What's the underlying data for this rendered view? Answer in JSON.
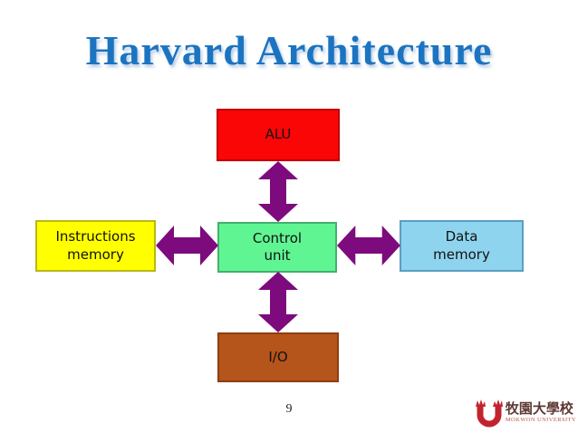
{
  "slide": {
    "title": "Harvard Architecture",
    "title_color": "#1c74c0",
    "page_number": "9",
    "background_color": "#ffffff"
  },
  "diagram": {
    "arrow_color": "#7d0b7d",
    "nodes": [
      {
        "id": "alu",
        "lines": [
          "ALU"
        ],
        "fill": "#fa0606",
        "border": "#c00008"
      },
      {
        "id": "control-unit",
        "lines": [
          "Control",
          "unit"
        ],
        "fill": "#5ff593",
        "border": "#44b06e"
      },
      {
        "id": "instructions-memory",
        "lines": [
          "Instructions",
          "memory"
        ],
        "fill": "#ffff00",
        "border": "#b8b818"
      },
      {
        "id": "data-memory",
        "lines": [
          "Data",
          "memory"
        ],
        "fill": "#8fd4ee",
        "border": "#5b9ec4"
      },
      {
        "id": "io",
        "lines": [
          "I/O"
        ],
        "fill": "#b5541b",
        "border": "#8f3e10"
      }
    ],
    "connections": [
      "alu <-> control-unit",
      "instructions-memory <-> control-unit",
      "control-unit <-> data-memory",
      "control-unit <-> io"
    ]
  },
  "logo": {
    "emblem_icon": "mokwon-crown-u-emblem",
    "emblem_color": "#c2242f",
    "name_cjk": "牧園大學校",
    "name_cjk_color": "#5e3a34",
    "name_en": "MOKWON UNIVERSITY",
    "name_en_color": "#b75a4a"
  }
}
